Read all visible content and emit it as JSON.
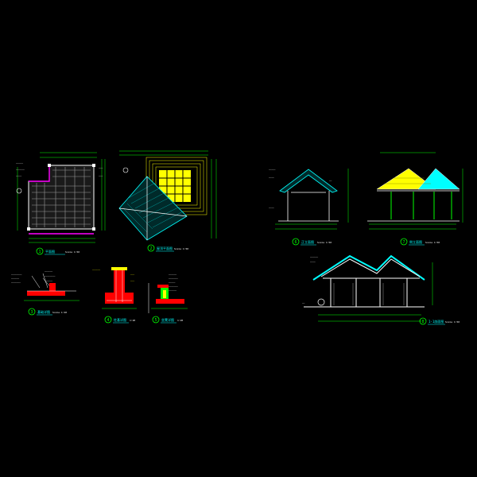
{
  "drawing": {
    "background": "#000000",
    "colors": {
      "line": "#ffffff",
      "dim": "#00ff00",
      "cyan": "#00ffff",
      "yellow": "#ffff00",
      "red": "#ff0000",
      "magenta": "#ff00ff",
      "blue": "#3366ff",
      "grey": "#808080"
    },
    "views": [
      {
        "id": "v1",
        "label": "平面图",
        "scale": "Scale 1:50",
        "number": "1"
      },
      {
        "id": "v2",
        "label": "屋顶平面图",
        "scale": "Scale 1:50",
        "number": "2"
      },
      {
        "id": "v3",
        "label": "基础详图",
        "scale": "Scale 1:20",
        "number": "3"
      },
      {
        "id": "v4",
        "label": "柱基详图",
        "scale": "1:20",
        "number": "4"
      },
      {
        "id": "v5",
        "label": "坐凳详图",
        "scale": "1:20",
        "number": "5"
      },
      {
        "id": "v6",
        "label": "正立面图",
        "scale": "Scale 1:50",
        "number": "6"
      },
      {
        "id": "v7",
        "label": "侧立面图",
        "scale": "Scale 1:50",
        "number": "7"
      },
      {
        "id": "v8",
        "label": "1-1剖面图",
        "scale": "Scale 1:50",
        "number": "8"
      }
    ]
  }
}
